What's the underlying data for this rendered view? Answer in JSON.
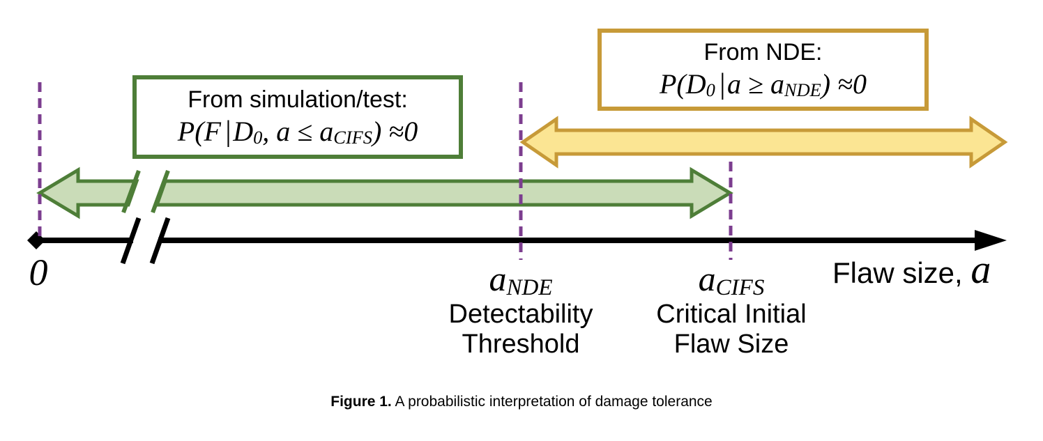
{
  "colors": {
    "green_border": "#4E7E38",
    "green_fill": "#CADCB8",
    "gold_border": "#C79A38",
    "gold_fill": "#FBE593",
    "purple": "#7C3E8F",
    "axis_black": "#000000"
  },
  "callouts": {
    "simulation": {
      "title": "From simulation/test:",
      "formula": {
        "pre": "P(F",
        "bar": "|",
        "var1": "D",
        "var1_sub": "0",
        "mid": ", a ≤ a",
        "mid_sub": "CIFS",
        "post": ") ≈0"
      }
    },
    "nde": {
      "title": "From NDE:",
      "formula": {
        "pre": "P(D",
        "pre_sub": "0",
        "bar": "|",
        "mid": "a ≥ a",
        "mid_sub": "NDE",
        "post": ") ≈0"
      }
    }
  },
  "axis": {
    "origin_label": "0",
    "label_text": "Flaw size, ",
    "label_var": "a"
  },
  "markers": {
    "nde": {
      "var": "a",
      "var_sub": "NDE",
      "desc_line1": "Detectability",
      "desc_line2": "Threshold"
    },
    "cifs": {
      "var": "a",
      "var_sub": "CIFS",
      "desc_line1": "Critical Initial",
      "desc_line2": "Flaw Size"
    }
  },
  "caption": {
    "label": "Figure 1.",
    "text": " A probabilistic interpretation of damage tolerance"
  }
}
